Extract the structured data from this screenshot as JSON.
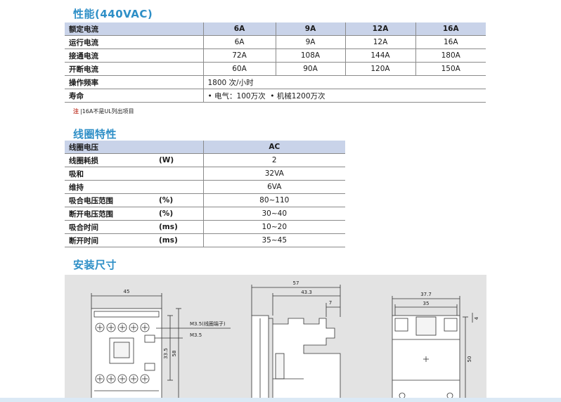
{
  "performance": {
    "title": "性能(440VAC)",
    "header": [
      "额定电流",
      "6A",
      "9A",
      "12A",
      "16A"
    ],
    "rows": [
      [
        "运行电流",
        "6A",
        "9A",
        "12A",
        "16A"
      ],
      [
        "接通电流",
        "72A",
        "108A",
        "144A",
        "180A"
      ],
      [
        "开断电流",
        "60A",
        "90A",
        "120A",
        "150A"
      ]
    ],
    "frequency": {
      "label": "操作频率",
      "value": "1800 次/小时"
    },
    "life": {
      "label": "寿命",
      "electrical": "• 电气：100万次",
      "mechanical": "• 机械1200万次"
    },
    "note_mark": "注",
    "note_text": "16A不是UL列出项目"
  },
  "coil": {
    "title": "线圈特性",
    "header": {
      "label": "线圈电压",
      "value": "AC"
    },
    "rows": [
      {
        "label": "线圈耗损",
        "unit": "(W)",
        "value": "2"
      },
      {
        "label": "吸和",
        "unit": "",
        "value": "32VA"
      },
      {
        "label": "维持",
        "unit": "",
        "value": "6VA"
      },
      {
        "label": "吸合电压范围",
        "unit": "(%)",
        "value": "80~110"
      },
      {
        "label": "断开电压范围",
        "unit": "(%)",
        "value": "30~40"
      },
      {
        "label": "吸合时间",
        "unit": "(ms)",
        "value": "10~20"
      },
      {
        "label": "断开时间",
        "unit": "(ms)",
        "value": "35~45"
      }
    ]
  },
  "dimensions": {
    "title": "安装尺寸",
    "front": {
      "width": "45",
      "label_m35_terminal": "M3.5(线圈端子)",
      "label_m35": "M3.5",
      "dim_335": "33.5",
      "dim_58": "58"
    },
    "side": {
      "width": "57",
      "inner": "43.3",
      "small": "7"
    },
    "back": {
      "width": "37.7",
      "inner": "35",
      "top": "4",
      "height": "50"
    }
  }
}
